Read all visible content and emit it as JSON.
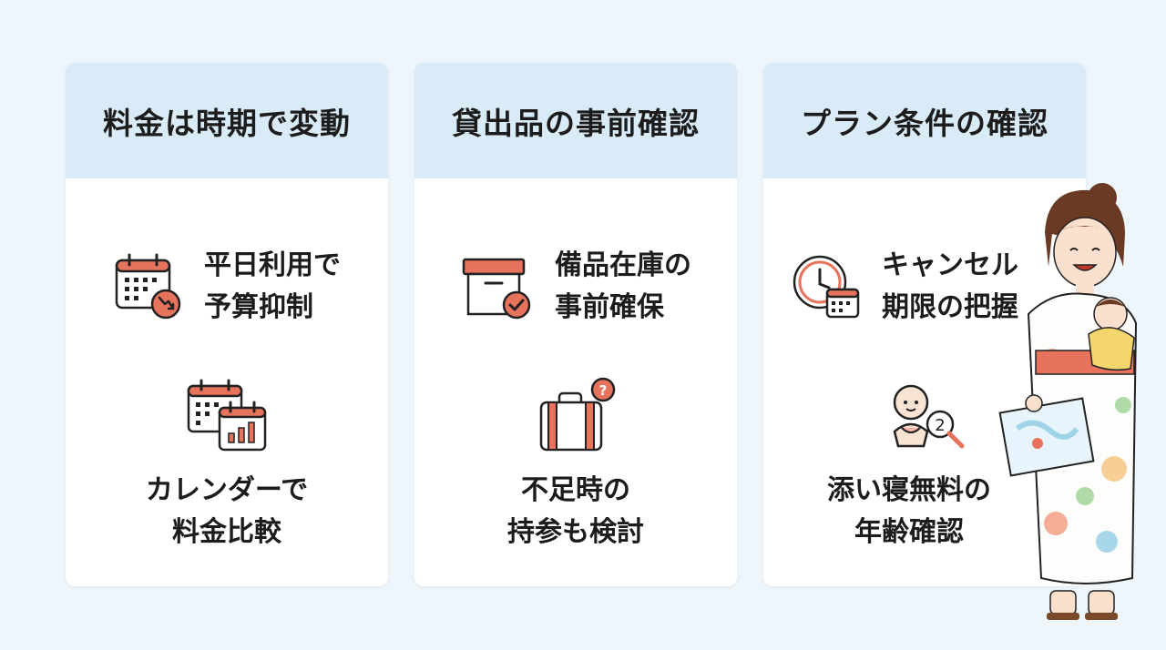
{
  "colors": {
    "accent": "#e8735c",
    "header_bg": "#d9ebf7",
    "ink": "#222222",
    "page_bg": "#eef5fb"
  },
  "cards": [
    {
      "title": "料金は時期で変動",
      "items": [
        {
          "icon": "calendar-down-icon",
          "label": "平日利用で\n予算抑制"
        },
        {
          "icon": "calendar-compare-icon",
          "label": "カレンダーで\n料金比較"
        }
      ]
    },
    {
      "title": "貸出品の事前確認",
      "items": [
        {
          "icon": "box-check-icon",
          "label": "備品在庫の\n事前確保"
        },
        {
          "icon": "suitcase-question-icon",
          "label": "不足時の\n持参も検討"
        }
      ]
    },
    {
      "title": "プラン条件の確認",
      "items": [
        {
          "icon": "clock-calendar-icon",
          "label": "キャンセル\n期限の把握"
        },
        {
          "icon": "baby-age-icon",
          "label": "添い寝無料の\n年齢確認"
        }
      ]
    }
  ],
  "illustration": {
    "icon": "mother-in-yukata-with-baby-icon",
    "badge_number": "2"
  }
}
